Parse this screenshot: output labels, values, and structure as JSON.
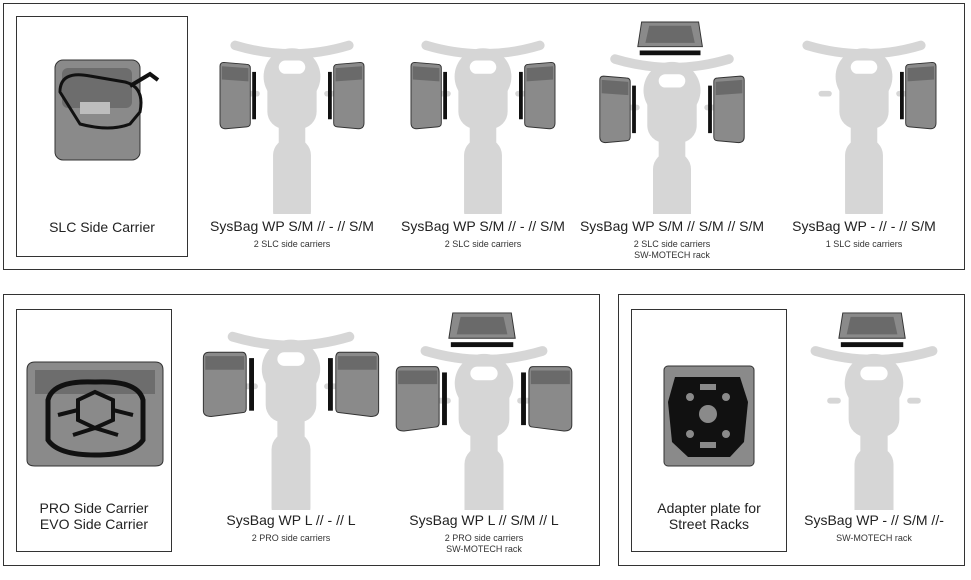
{
  "top_panel": {
    "carrier_box": {
      "label": "SLC Side Carrier",
      "icon": "slc-side-carrier-icon"
    },
    "configs": [
      {
        "title": "SysBag WP S/M // - // S/M",
        "lines": [
          "2 SLC side carriers"
        ]
      },
      {
        "title": "SysBag WP S/M // - // S/M",
        "lines": [
          "2 SLC side carriers"
        ]
      },
      {
        "title": "SysBag WP S/M // S/M // S/M",
        "lines": [
          "2 SLC side carriers",
          "SW-MOTECH rack"
        ]
      },
      {
        "title": "SysBag WP - // - // S/M",
        "lines": [
          "1 SLC side carriers"
        ]
      }
    ]
  },
  "bottom_left_panel": {
    "carrier_box": {
      "label_line1": "PRO Side Carrier",
      "label_line2": "EVO Side Carrier",
      "icon": "pro-evo-side-carrier-icon"
    },
    "configs": [
      {
        "title": "SysBag WP L // - // L",
        "lines": [
          "2 PRO side carriers"
        ]
      },
      {
        "title": "SysBag WP L // S/M // L",
        "lines": [
          "2 PRO side carriers",
          "SW-MOTECH rack"
        ]
      }
    ]
  },
  "bottom_right_panel": {
    "carrier_box": {
      "label_line1": "Adapter plate for",
      "label_line2": "Street Racks",
      "icon": "adapter-plate-icon"
    },
    "configs": [
      {
        "title": "SysBag WP - // S/M //-",
        "lines": [
          "SW-MOTECH rack"
        ]
      }
    ]
  },
  "colors": {
    "motorcycle": "#d6d6d6",
    "bag": "#8a8a8a",
    "bag_dark": "#5c5c5c",
    "frame": "#111111",
    "border": "#333333"
  }
}
